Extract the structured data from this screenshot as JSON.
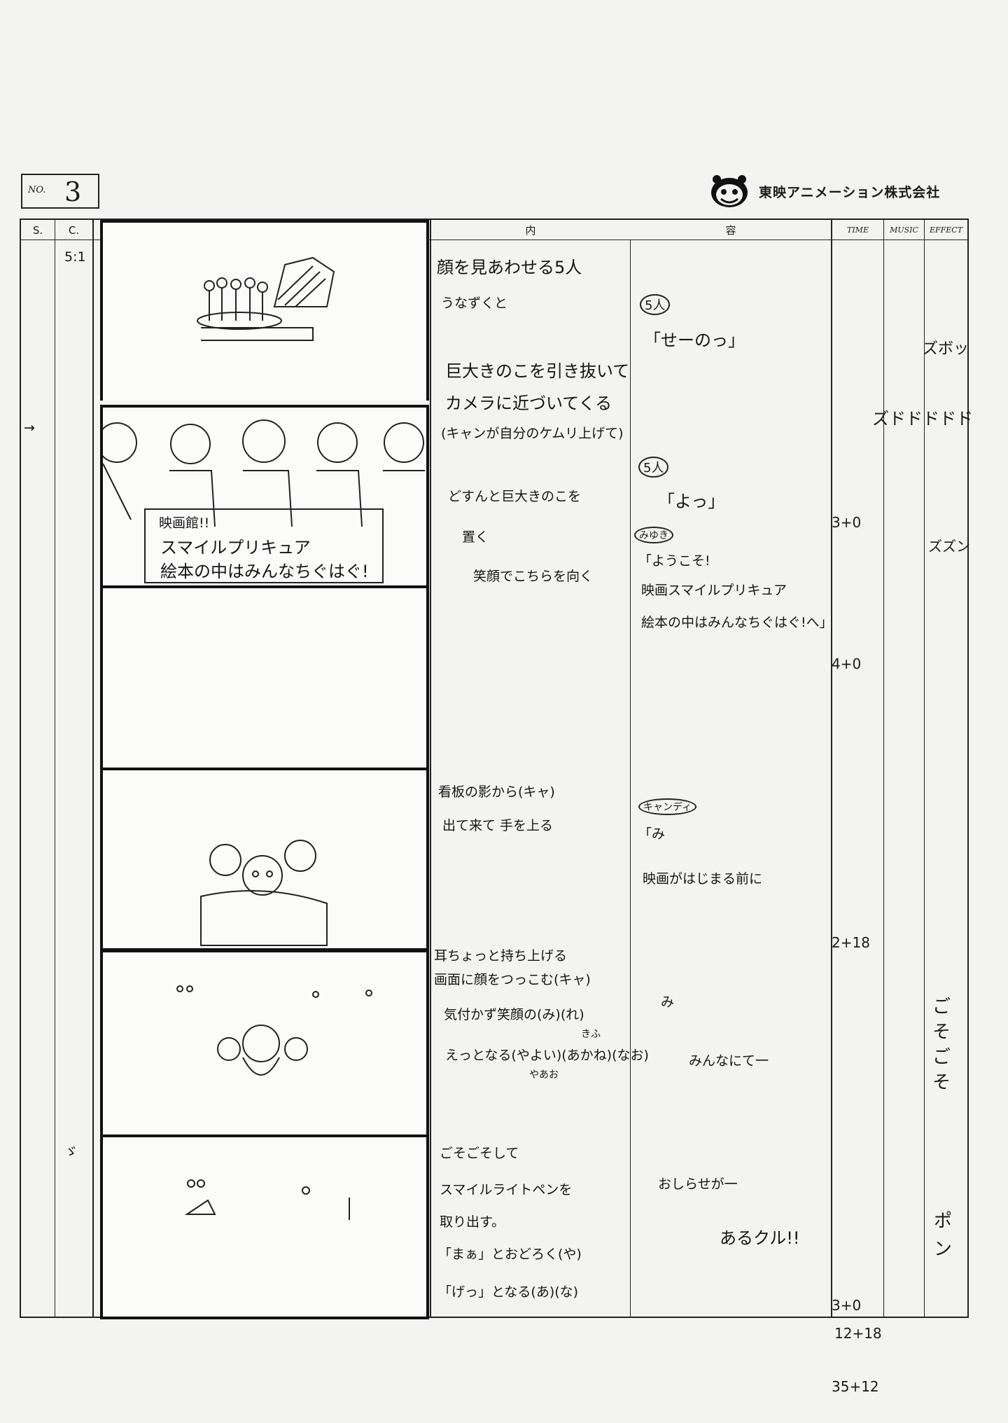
{
  "header": {
    "page_no_label": "NO.",
    "page_no": "3",
    "company": "東映アニメーション株式会社",
    "col_scene": "S.",
    "col_cut": "C.",
    "col_content_left": "内",
    "col_content_right": "容",
    "col_time": "TIME",
    "col_music": "MUSIC",
    "col_effect": "EFFECT"
  },
  "cut_number": "5:1",
  "side_notes": {
    "pan_arrow": "→",
    "cut_marker": "ゞ"
  },
  "frame_texts": {
    "sign_line1": "映画館!!",
    "sign_line2": "スマイルプリキュア",
    "sign_line3": "絵本の中はみんなちぐはぐ!"
  },
  "action": {
    "l1": "顔を見あわせる5人",
    "l2": "うなずくと",
    "l3": "巨大きのこを引き抜いて",
    "l4": "カメラに近づいてくる",
    "l5": "(キャンが自分のケムリ上げて)",
    "l6": "どすんと巨大きのこを",
    "l7": "置く",
    "l8": "笑顔でこちらを向く",
    "l9": "看板の影から(キャ)",
    "l10": "出て来て 手を上る",
    "l11": "耳ちょっと持ち上げる",
    "l12": "画面に顔をつっこむ(キャ)",
    "l13": "気付かず笑顔の(み)(れ)",
    "l13b": "きふ",
    "l14": "えっとなる(やよい)(あかね)(なお)",
    "l14b": "やあお",
    "l15": "ごそごそして",
    "l16": "スマイルライトペンを",
    "l17": "取り出す。",
    "l18": "「まぁ」とおどろく(や)",
    "l19": "「げっ」となる(あ)(な)"
  },
  "dialogue": {
    "s1": "5人",
    "d1": "「せーのっ」",
    "s2": "5人",
    "d2": "「よっ」",
    "s3": "みゆき",
    "d3a": "「ようこそ!",
    "d3b": "映画スマイルプリキュア",
    "d3c": "絵本の中はみんなちぐはぐ!へ」",
    "s4": "キャンディ",
    "d4a": "「み",
    "d4b": "映画がはじまる前に",
    "d5": "み",
    "d6": "みんなにて一",
    "d7": "おしらせが一",
    "d8": "あるクル!!"
  },
  "times": {
    "t1": "3+0",
    "t2": "4+0",
    "t3": "2+18",
    "t4": "3+0",
    "total_page": "12+18",
    "running_total": "35+12"
  },
  "effects": {
    "e1": "ズボッ",
    "e2": "ズドドドドド",
    "e3": "ズズン",
    "e4": "ごそごそ",
    "e5": "ポン"
  }
}
